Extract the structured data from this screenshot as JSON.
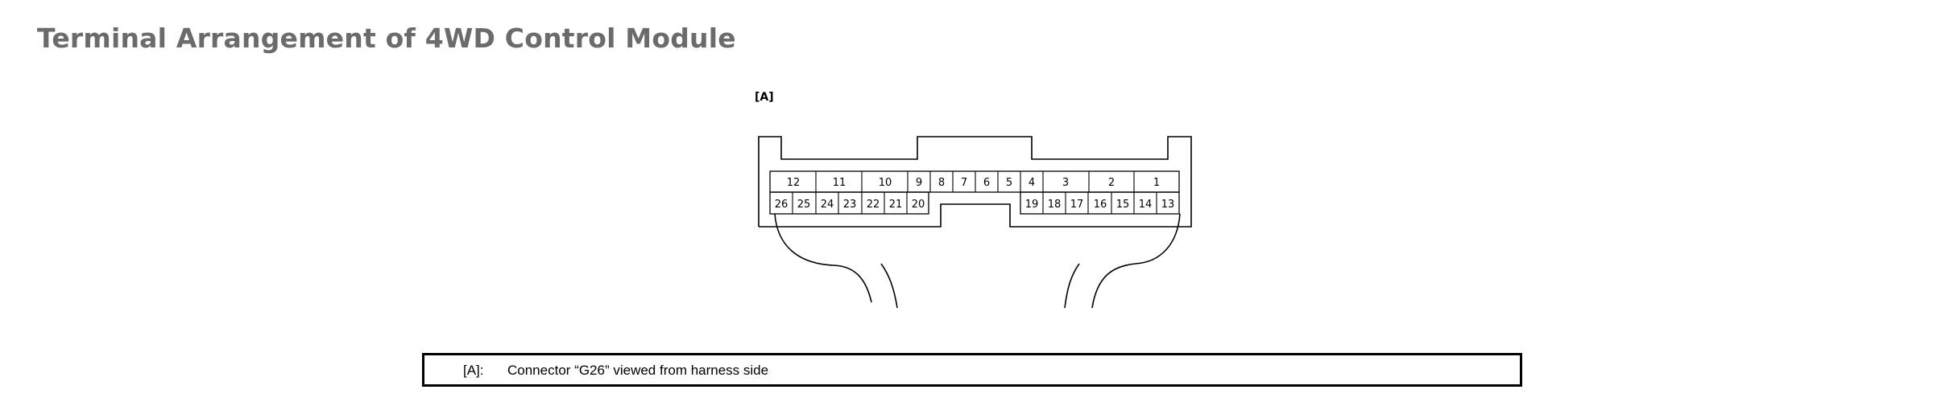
{
  "page": {
    "title": "Terminal Arrangement of 4WD Control Module"
  },
  "diagram": {
    "connector_tag": "[A]",
    "top_row_terminals": [
      "12",
      "11",
      "10",
      "9",
      "8",
      "7",
      "6",
      "5",
      "4",
      "3",
      "2",
      "1"
    ],
    "bottom_row_left_terminals": [
      "26",
      "25",
      "24",
      "23",
      "22",
      "21",
      "20"
    ],
    "bottom_row_right_terminals": [
      "19",
      "18",
      "17",
      "16",
      "15",
      "14",
      "13"
    ]
  },
  "legend": {
    "key": "[A]:",
    "description": "Connector “G26” viewed from harness side"
  }
}
